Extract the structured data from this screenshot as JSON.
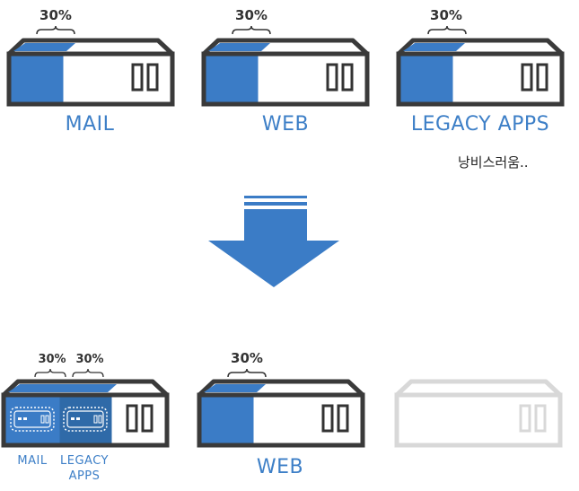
{
  "colors": {
    "accent": "#3b7cc6",
    "accent_dark": "#2f6aa8",
    "outline": "#3a3a3a",
    "faded_outline": "#d8d8d8",
    "label_blue": "#3d7fc7"
  },
  "top_row": {
    "servers": [
      {
        "usage": "30%",
        "label": "MAIL"
      },
      {
        "usage": "30%",
        "label": "WEB"
      },
      {
        "usage": "30%",
        "label": "LEGACY APPS"
      }
    ],
    "note": "낭비스러움.."
  },
  "arrow_icon": "down-arrow-icon",
  "bottom_row": {
    "consolidated": {
      "usages": [
        "30%",
        "30%"
      ],
      "labels": [
        "MAIL",
        "LEGACY\nAPPS"
      ]
    },
    "web": {
      "usage": "30%",
      "label": "WEB"
    }
  }
}
